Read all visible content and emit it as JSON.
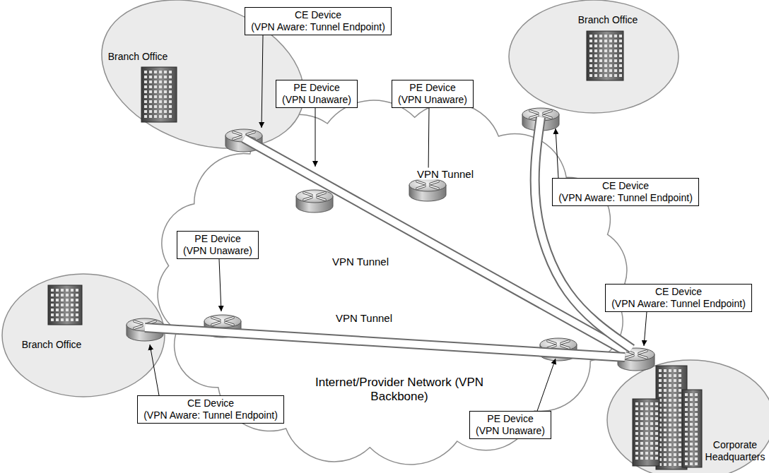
{
  "diagram": {
    "nodes": [
      {
        "text": [
          "Branch Office"
        ]
      },
      {
        "text": [
          "CE Device",
          "(VPN Aware: Tunnel Endpoint)"
        ]
      },
      {
        "text": [
          "PE Device",
          "(VPN Unaware)"
        ]
      },
      {
        "text": [
          "PE Device",
          "(VPN Unaware)"
        ]
      },
      {
        "text": [
          "Branch Office"
        ]
      },
      {
        "text": [
          "CE Device",
          "(VPN Aware: Tunnel Endpoint)"
        ]
      },
      {
        "text": [
          "PE Device",
          "(VPN Unaware)"
        ]
      },
      {
        "text": [
          "CE Device",
          "(VPN Aware: Tunnel Endpoint)"
        ]
      },
      {
        "text": [
          "Branch Office"
        ]
      },
      {
        "text": [
          "Internet/Provider Network (VPN Backbone)"
        ]
      },
      {
        "text": [
          "CE Device",
          "(VPN Aware: Tunnel Endpoint)"
        ]
      },
      {
        "text": [
          "PE Device",
          "(VPN Unaware)"
        ]
      },
      {
        "text": [
          "Corporate Headquarters"
        ]
      }
    ],
    "edges": [
      {
        "from": 0,
        "to": 12,
        "arrow": "none",
        "label": "VPN Tunnel"
      },
      {
        "from": 4,
        "to": 12,
        "arrow": "none",
        "label": "VPN Tunnel"
      },
      {
        "from": 8,
        "to": 12,
        "arrow": "none",
        "label": "VPN Tunnel"
      }
    ]
  }
}
